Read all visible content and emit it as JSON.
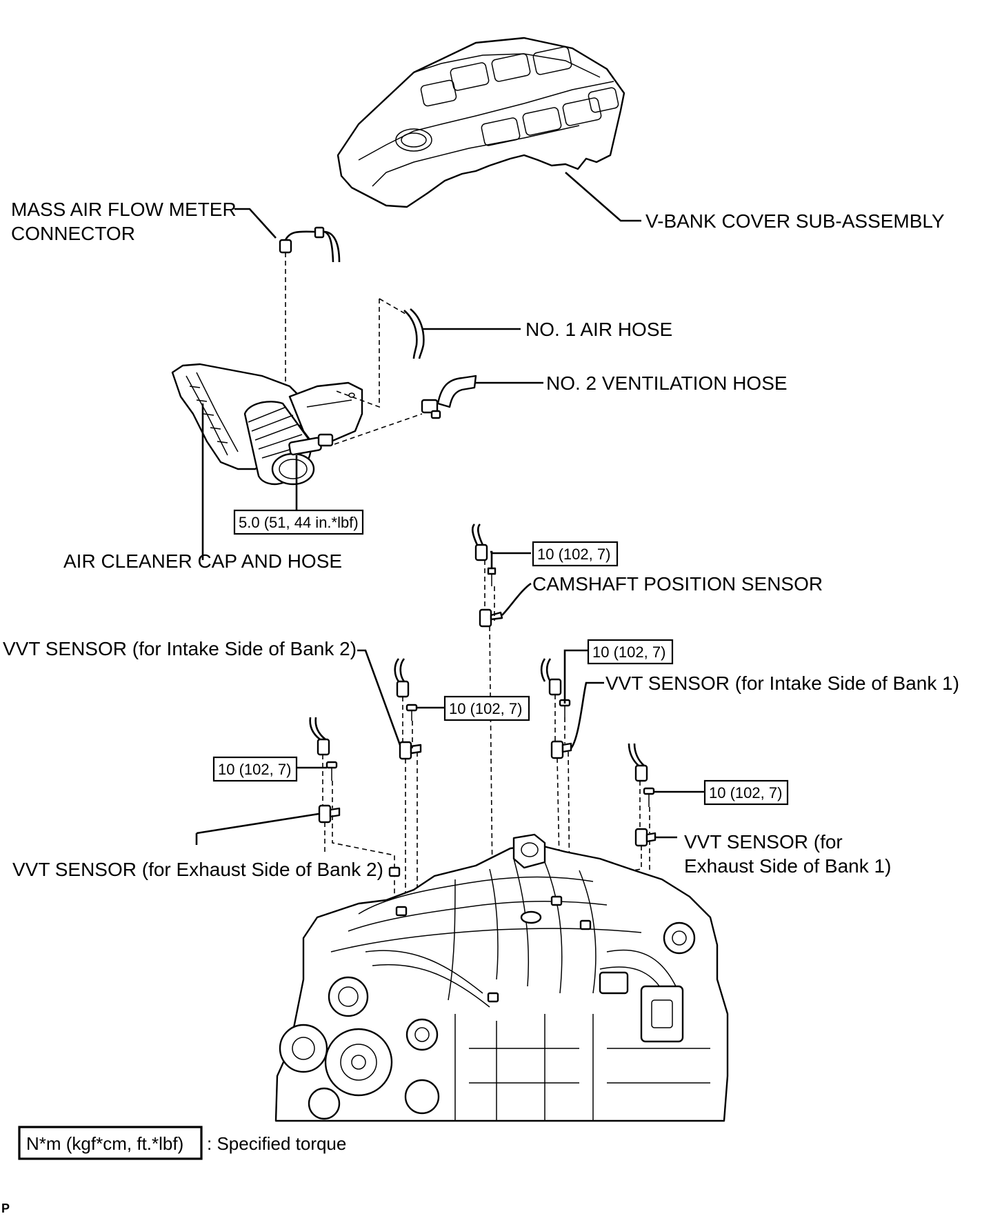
{
  "labels": {
    "vbank_cover": "V-BANK COVER SUB-ASSEMBLY",
    "maf_connector_line1": "MASS AIR FLOW METER",
    "maf_connector_line2": "CONNECTOR",
    "no1_air_hose": "NO. 1 AIR HOSE",
    "no2_ventilation_hose": "NO. 2 VENTILATION HOSE",
    "air_cleaner_cap": "AIR CLEANER CAP AND HOSE",
    "camshaft_sensor": "CAMSHAFT POSITION SENSOR",
    "vvt_intake_bank2": "VVT SENSOR (for Intake Side of Bank 2)",
    "vvt_intake_bank1": "VVT SENSOR (for Intake Side of Bank 1)",
    "vvt_exhaust_bank2": "VVT SENSOR (for Exhaust Side of Bank 2)",
    "vvt_exhaust_bank1_line1": "VVT SENSOR (for",
    "vvt_exhaust_bank1_line2": "Exhaust Side of Bank 1)"
  },
  "torques": {
    "air_cleaner_clamp": "5.0 (51, 44 in.*lbf)",
    "camshaft": "10 (102, 7)",
    "intake_bank2": "10 (102, 7)",
    "intake_bank1": "10 (102, 7)",
    "exhaust_bank2": "10 (102, 7)",
    "exhaust_bank1": "10 (102, 7)"
  },
  "legend": {
    "unit_box": "N*m (kgf*cm, ft.*lbf)",
    "description": ": Specified torque"
  },
  "corner_mark": "P"
}
